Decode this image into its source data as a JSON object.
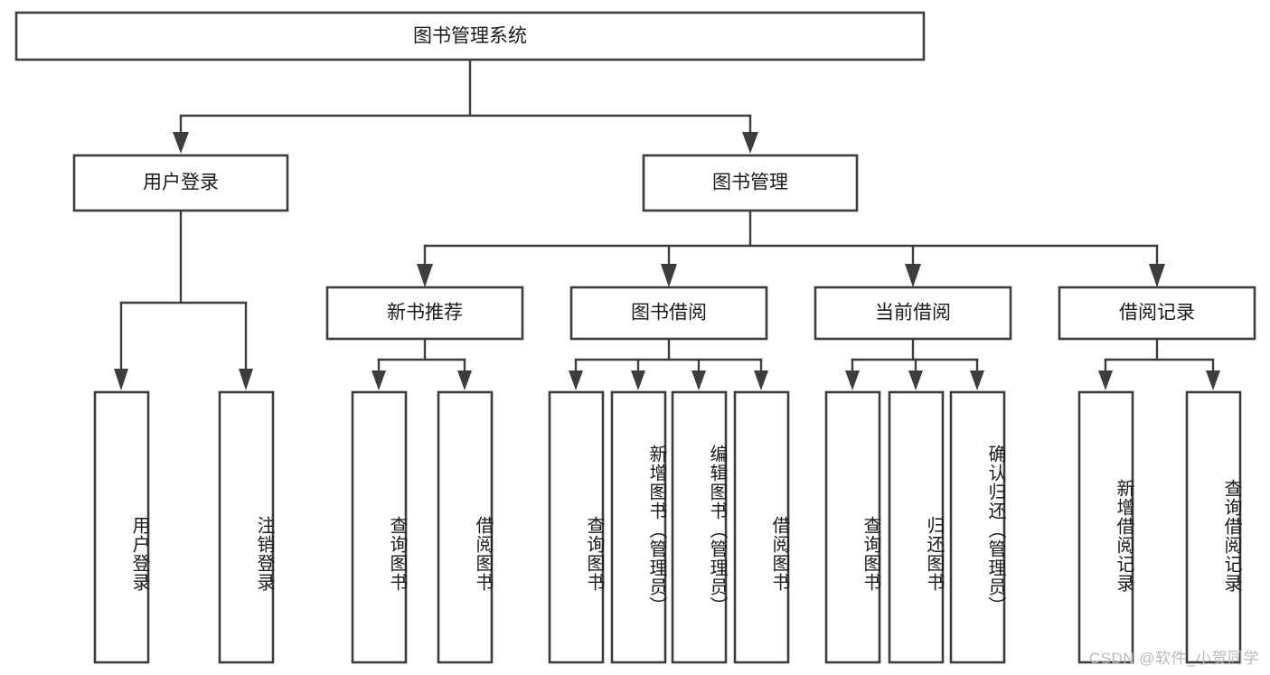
{
  "diagram": {
    "title": "图书管理系统",
    "type": "tree",
    "watermark": "CSDN @软件_小贺同学",
    "colors": {
      "stroke": "#3d3d3d",
      "fill": "#ffffff",
      "text": "#1a1a1a",
      "watermark": "#b9b9b9"
    },
    "root": {
      "label": "图书管理系统"
    },
    "level2": [
      {
        "label": "用户登录"
      },
      {
        "label": "图书管理"
      }
    ],
    "level3": [
      {
        "label": "新书推荐"
      },
      {
        "label": "图书借阅"
      },
      {
        "label": "当前借阅"
      },
      {
        "label": "借阅记录"
      }
    ],
    "leaves": {
      "user_login": [
        {
          "label": "用户登录"
        },
        {
          "label": "注销登录"
        }
      ],
      "new_book_recommend": [
        {
          "label": "查询图书"
        },
        {
          "label": "借阅图书"
        }
      ],
      "book_borrow": [
        {
          "label": "查询图书"
        },
        {
          "label": "新增图书（管理员）"
        },
        {
          "label": "编辑图书（管理员）"
        },
        {
          "label": "借阅图书"
        }
      ],
      "current_borrow": [
        {
          "label": "查询图书"
        },
        {
          "label": "归还图书"
        },
        {
          "label": "确认归还（管理员）"
        }
      ],
      "borrow_record": [
        {
          "label": "新增借阅记录"
        },
        {
          "label": "查询借阅记录"
        }
      ]
    }
  }
}
